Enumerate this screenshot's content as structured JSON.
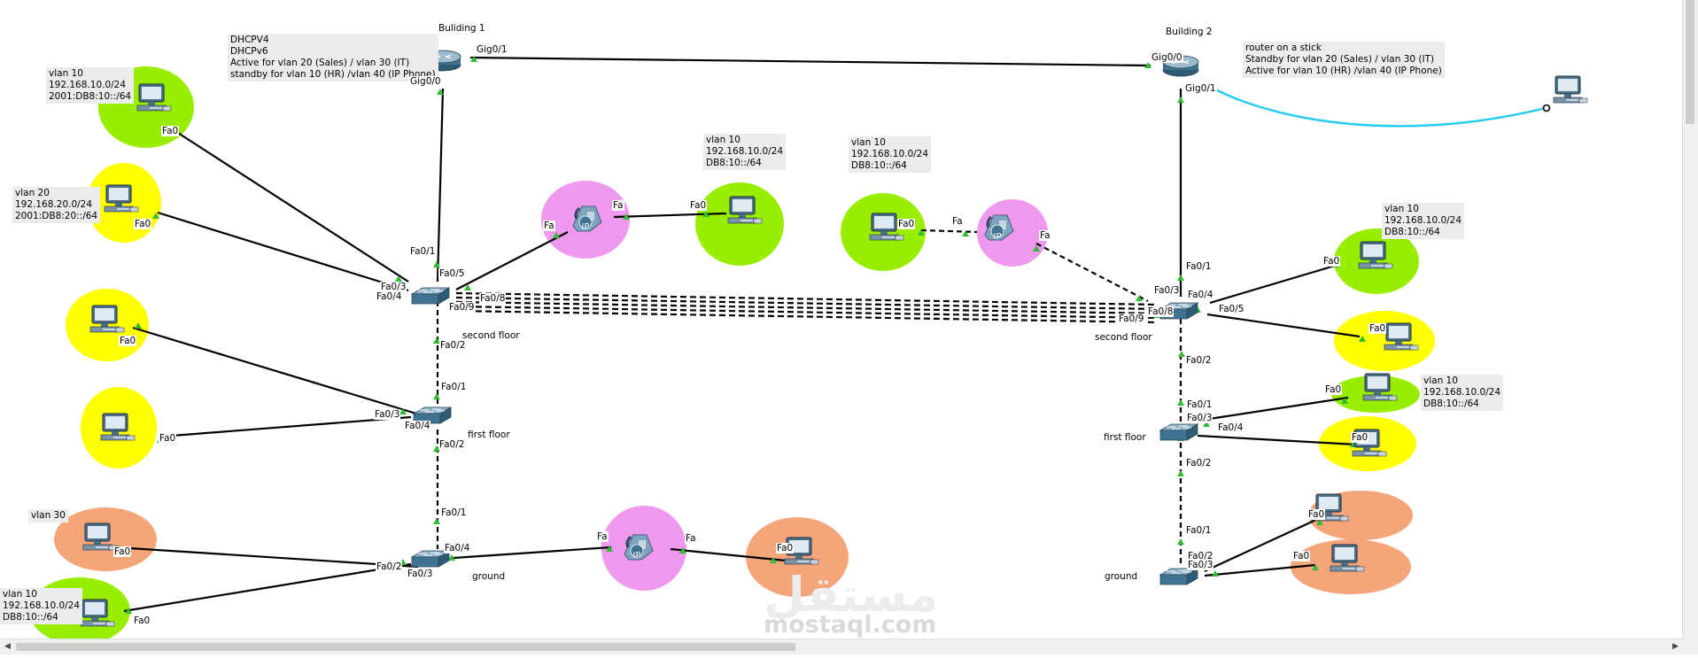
{
  "colors": {
    "green": "#99ee00",
    "yellow": "#ffff00",
    "pink": "#ee99ee",
    "orange": "#f4a57a",
    "cyan": "#22ccee",
    "link": "#000000",
    "port": "#22aa22"
  },
  "buildings": {
    "b1": "Buliding 1",
    "b2": "Building 2"
  },
  "notes": {
    "r1": "DHCPV4\nDHCPv6\nActive for vlan 20 (Sales) / vlan 30 (IT)\nstandby for vlan 10 (HR) /vlan 40 (IP Phone)",
    "r2": "router on a stick\nStandby for vlan 20 (Sales) / vlan 30 (IT)\nActive for vlan 10 (HR) /vlan 40 (IP Phone)",
    "pc1": "vlan 10\n192.168.10.0/24\n2001:DB8:10::/64",
    "pc2": "vlan 20\n192.168.20.0/24\n2001:DB8:20::/64",
    "pc3": "vlan 10\n192.168.10.0/24\nDB8:10::/64",
    "pc4": "vlan 10\n192.168.10.0/24\nDB8:10::/64",
    "pc5": "vlan 10\n192.168.10.0/24\nDB8:10::/64",
    "pc6": "vlan 10\n192.168.10.0/24\nDB8:10::/64",
    "pc7": "vlan 30",
    "pc8": "vlan 10\n192.168.10.0/24\nDB8:10::/64"
  },
  "floors": {
    "l2": "second floor",
    "l1": "first floor",
    "l0": "ground",
    "r2": "second floor",
    "r1": "first floor",
    "r0": "ground"
  },
  "ports": {
    "r1g01": "Gig0/1",
    "r1g00": "Gig0/0",
    "r2g00": "Gig0/0",
    "r2g01": "Gig0/1",
    "fa0": "Fa0",
    "fa": "Fa",
    "ls2_01": "Fa0/1",
    "ls2_03": "Fa0/3",
    "ls2_04": "Fa0/4",
    "ls2_05": "Fa0/5",
    "ls2_08": "Fa0/8",
    "ls2_09": "Fa0/9",
    "ls2_02": "Fa0/2",
    "ls1_01": "Fa0/1",
    "ls1_03": "Fa0/3",
    "ls1_04": "Fa0/4",
    "ls1_02": "Fa0/2",
    "ls0_01": "Fa0/1",
    "ls0_04": "Fa0/4",
    "ls0_02": "Fa0/2",
    "ls0_03": "Fa0/3",
    "rs2_01": "Fa0/1",
    "rs2_03": "Fa0/3",
    "rs2_04": "Fa0/4",
    "rs2_05": "Fa0/5",
    "rs2_08": "Fa0/8",
    "rs2_09": "Fa0/9",
    "rs2_02": "Fa0/2",
    "rs1_01": "Fa0/1",
    "rs1_03": "Fa0/3",
    "rs1_04": "Fa0/4",
    "rs1_02": "Fa0/2",
    "rs0_01": "Fa0/1",
    "rs0_02": "Fa0/2",
    "rs0_03": "Fa0/3"
  },
  "phone_label": "IP",
  "watermark": {
    "arabic": "مستقل",
    "latin": "mostaql.com"
  }
}
